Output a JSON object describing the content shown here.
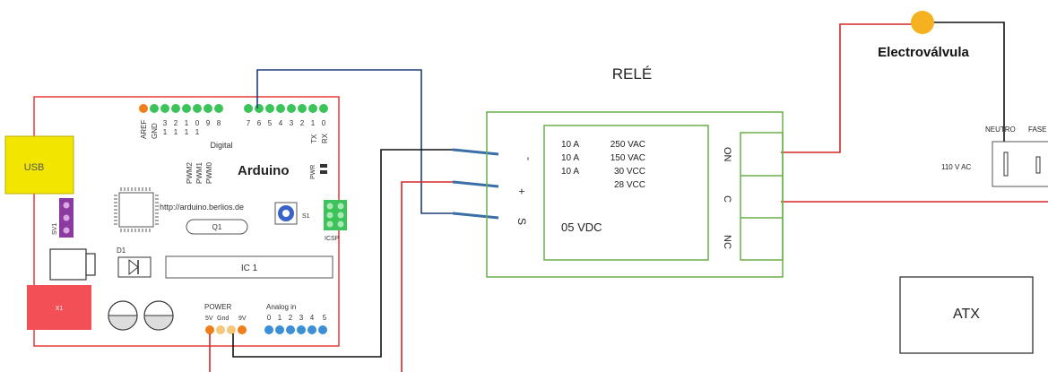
{
  "arduino": {
    "name": "Arduino",
    "url": "http://arduino.berlios.de",
    "usb_label": "USB",
    "digital_label": "Digital",
    "pwm_labels": [
      "PWM2",
      "PWM1",
      "PWM0"
    ],
    "pin_labels_top": [
      "AREF",
      "GND",
      "3",
      "2",
      "1",
      "0",
      "9",
      "8",
      "7",
      "6",
      "5",
      "4",
      "3",
      "2",
      "1",
      "0"
    ],
    "tens_labels": [
      "1",
      "1",
      "1",
      "1"
    ],
    "tx_label": "TX",
    "rx_label": "RX",
    "pwr_label": "PWR",
    "ic_label": "IC 1",
    "q1_label": "Q1",
    "s1_label": "S1",
    "icsp_label": "ICSP",
    "d1_label": "D1",
    "sv1_label": "SV1",
    "x1_label": "X1",
    "power_label": "POWER",
    "power_pins": [
      "5V",
      "Gnd",
      "9V"
    ],
    "analog_label": "Analog in",
    "analog_pins": [
      "0",
      "1",
      "2",
      "3",
      "4",
      "5"
    ]
  },
  "relay": {
    "title": "RELÉ",
    "input_pins": [
      "-",
      "+",
      "S"
    ],
    "ratings": [
      {
        "amp": "10 A",
        "volt": "250 VAC"
      },
      {
        "amp": "10 A",
        "volt": "150 VAC"
      },
      {
        "amp": "10 A",
        "volt": "30 VCC"
      },
      {
        "amp": "",
        "volt": "28 VCC"
      }
    ],
    "coil_voltage": "05 VDC",
    "output_pins": [
      "ON",
      "C",
      "NC"
    ]
  },
  "valve": {
    "label": "Electroválvula",
    "neutro_label": "NEUTRO",
    "fase_label": "FASE",
    "supply_label": "110 V AC"
  },
  "atx": {
    "label": "ATX"
  },
  "colors": {
    "board_outline": "#e53935",
    "relay_outline": "#6aaf4a",
    "pin_green": "#3cc35a",
    "pin_orange": "#ef7f1a",
    "pin_blue": "#3a8fd6",
    "usb_yellow": "#f2e600",
    "wire_red": "#d32626",
    "wire_black": "#111111",
    "wire_blue": "#1f3e7a",
    "lamp": "#f5b120"
  }
}
